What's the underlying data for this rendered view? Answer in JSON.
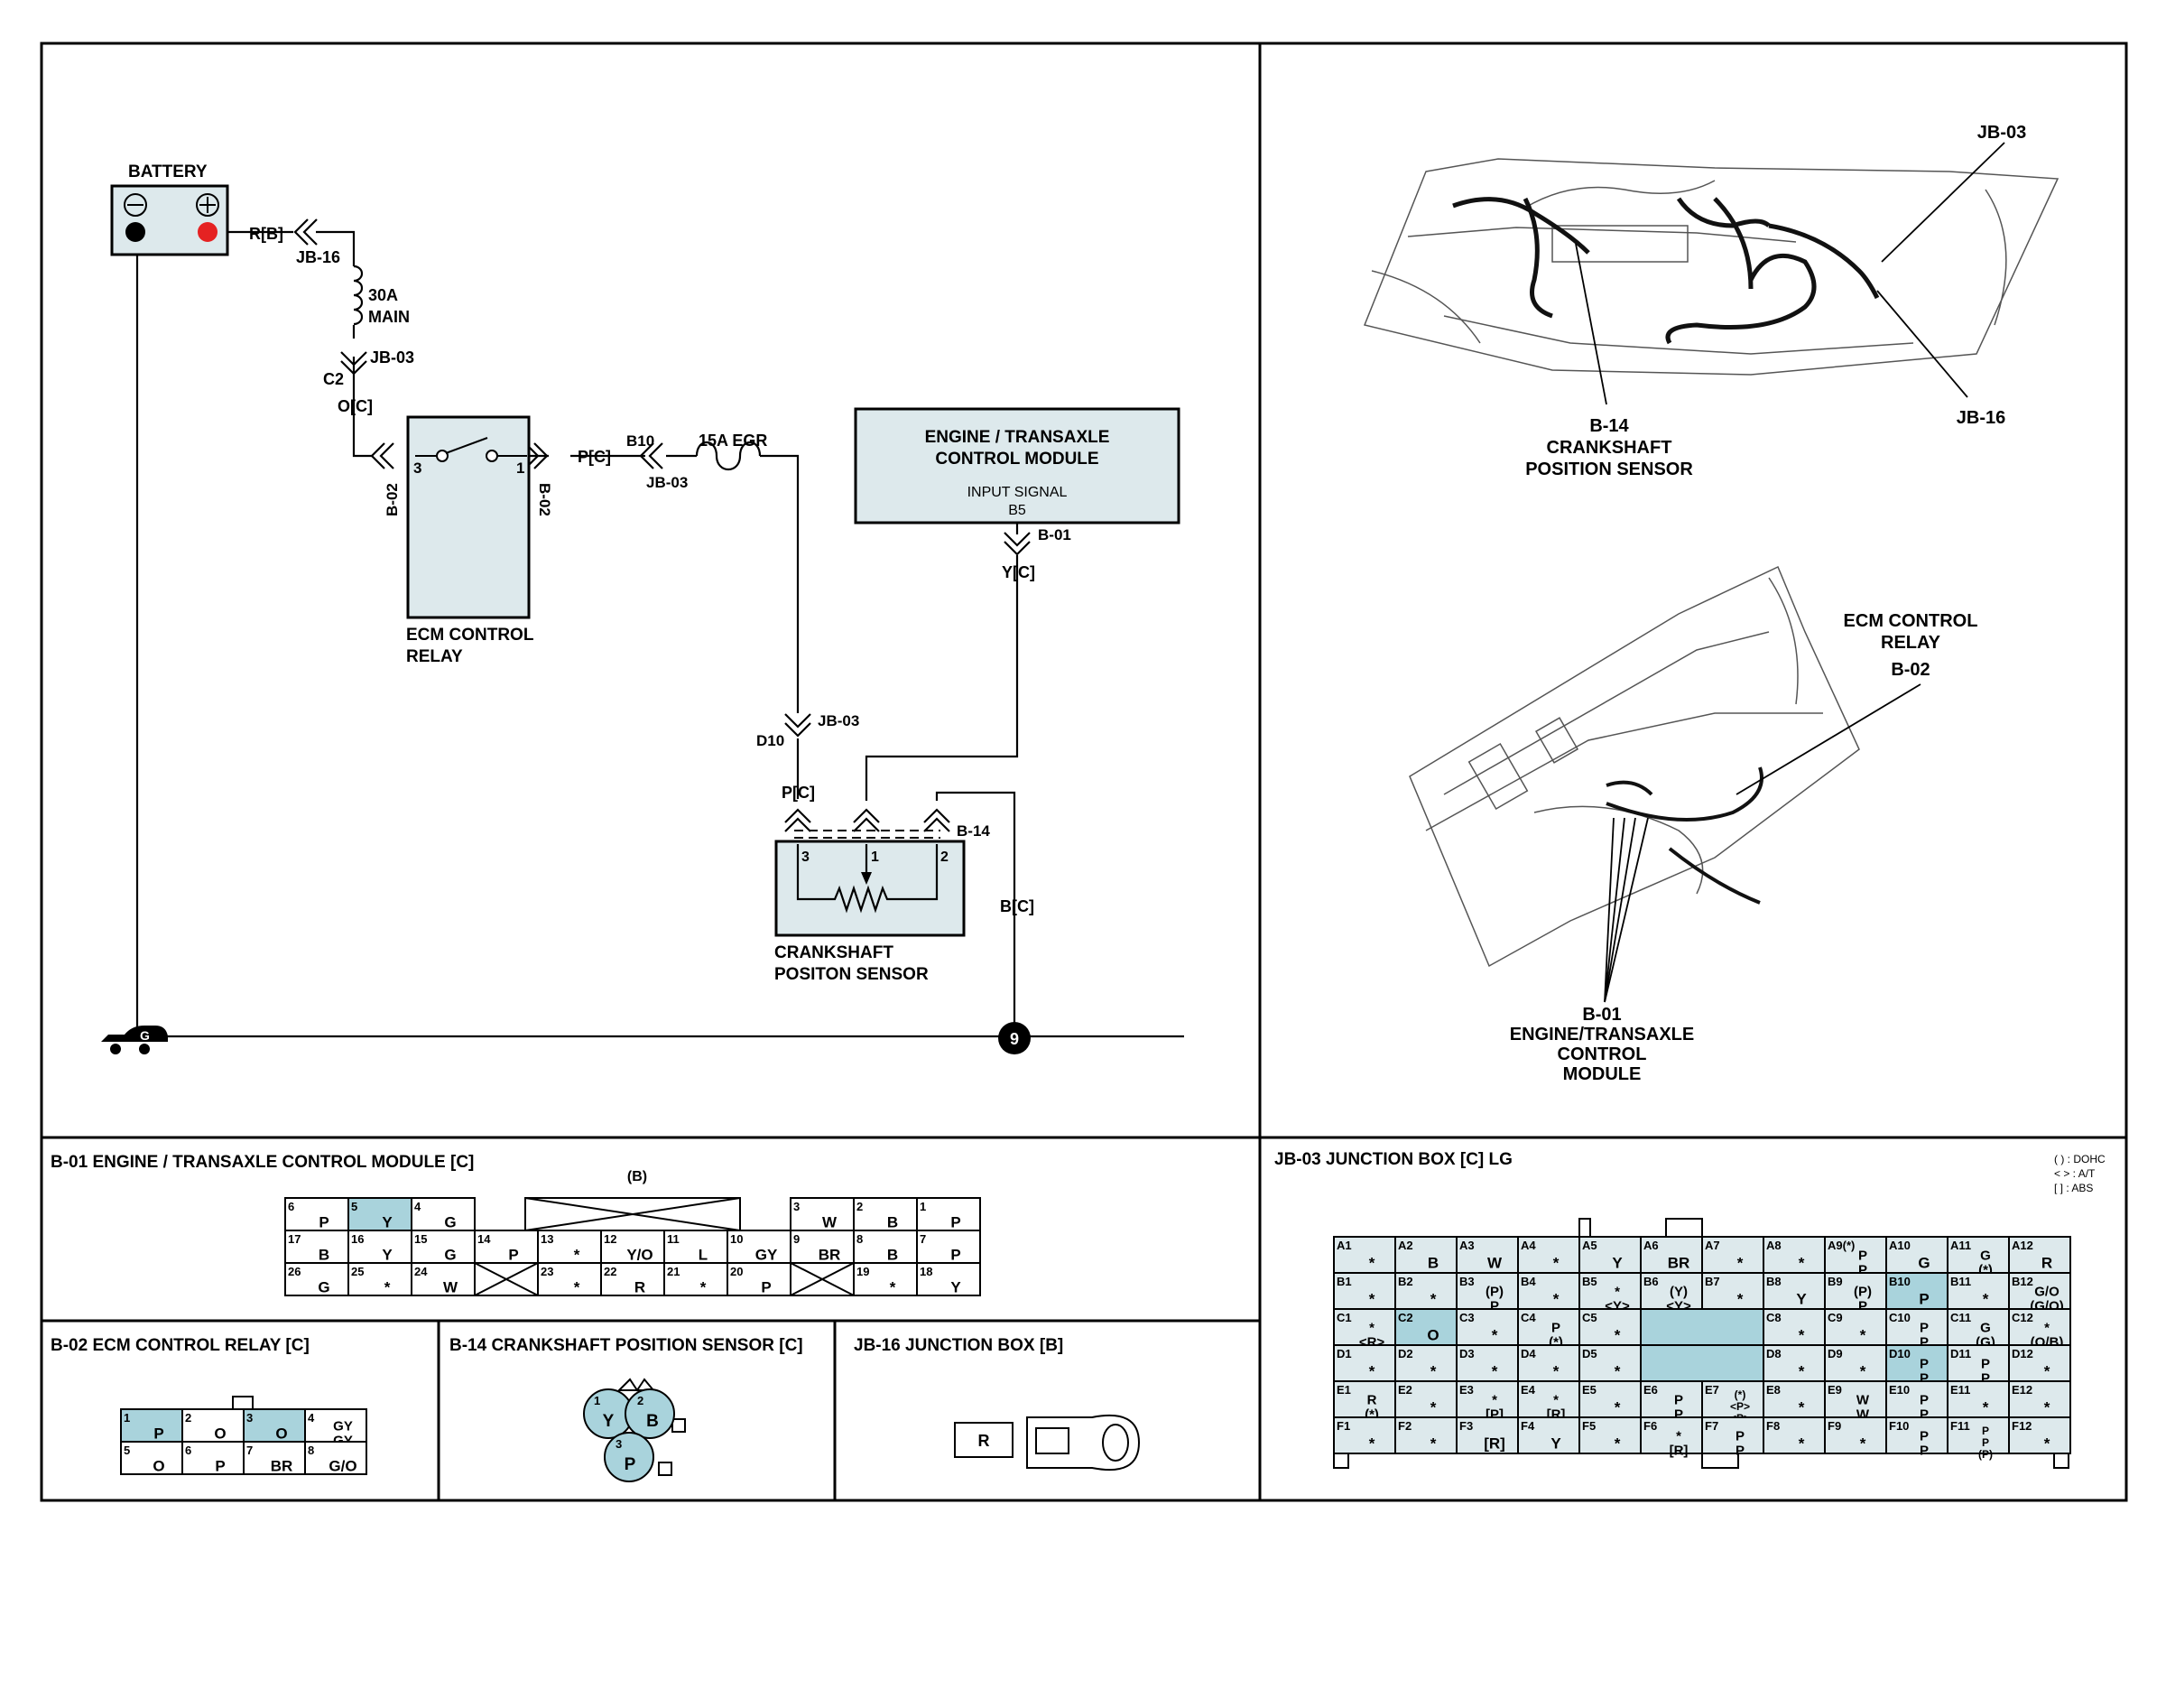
{
  "schematic": {
    "battery": {
      "title": "BATTERY",
      "neg": "⊖",
      "pos": "⊕",
      "pos_color": "#e52222",
      "neg_color": "#000000"
    },
    "wires": {
      "rb": "R[B]",
      "oc": "O[C]",
      "pc_relay": "P[C]",
      "yc": "Y[C]",
      "pc_sensor": "P[C]",
      "bc": "B[C]"
    },
    "connectors": {
      "jb16": "JB-16",
      "jb03_a": "JB-03",
      "c2": "C2",
      "b02_left": "B-02",
      "b02_right": "B-02",
      "b10": "B10",
      "jb03_b": "JB-03",
      "b01": "B-01",
      "jb03_c": "JB-03",
      "d10": "D10",
      "b14": "B-14"
    },
    "fuse_main": {
      "rating": "30A",
      "name": "MAIN"
    },
    "fuse_egr": "15A EGR",
    "relay": {
      "pin3": "3",
      "pin1": "1",
      "name_line1": "ECM CONTROL",
      "name_line2": "RELAY"
    },
    "ecm": {
      "line1": "ENGINE / TRANSAXLE",
      "line2": "CONTROL MODULE",
      "line3": "INPUT SIGNAL",
      "line4": "B5"
    },
    "sensor": {
      "pin3": "3",
      "pin1": "1",
      "pin2": "2",
      "name_line1": "CRANKSHAFT",
      "name_line2": "POSITON SENSOR"
    },
    "ground": {
      "symbol": "G",
      "point": "9"
    },
    "box_fill": "#dde9ec"
  },
  "locator_top": {
    "jb03": "JB-03",
    "jb16": "JB-16",
    "b14_l1": "B-14",
    "b14_l2": "CRANKSHAFT",
    "b14_l3": "POSITION SENSOR"
  },
  "locator_bottom": {
    "ecm_l1": "ECM CONTROL",
    "ecm_l2": "RELAY",
    "ecm_l3": "B-02",
    "b01_l1": "B-01",
    "b01_l2": "ENGINE/TRANSAXLE",
    "b01_l3": "CONTROL",
    "b01_l4": "MODULE"
  },
  "b01_panel": {
    "title": "B-01 ENGINE / TRANSAXLE CONTROL MODULE [C]",
    "sub": "(B)",
    "highlight": "#a9d3dc",
    "cells": [
      {
        "n": "6",
        "c": "P"
      },
      {
        "n": "5",
        "c": "Y",
        "h": 1
      },
      {
        "n": "4",
        "c": "G"
      },
      {
        "n": "3",
        "c": "W"
      },
      {
        "n": "2",
        "c": "B"
      },
      {
        "n": "1",
        "c": "P"
      },
      {
        "n": "17",
        "c": "B"
      },
      {
        "n": "16",
        "c": "Y"
      },
      {
        "n": "15",
        "c": "G"
      },
      {
        "n": "14",
        "c": "P"
      },
      {
        "n": "13",
        "c": "*"
      },
      {
        "n": "12",
        "c": "Y/O"
      },
      {
        "n": "11",
        "c": "L"
      },
      {
        "n": "10",
        "c": "GY"
      },
      {
        "n": "9",
        "c": "BR"
      },
      {
        "n": "8",
        "c": "B"
      },
      {
        "n": "7",
        "c": "P"
      },
      {
        "n": "26",
        "c": "G"
      },
      {
        "n": "25",
        "c": "*"
      },
      {
        "n": "24",
        "c": "W"
      },
      {
        "n": "23",
        "c": "*"
      },
      {
        "n": "22",
        "c": "R"
      },
      {
        "n": "21",
        "c": "*"
      },
      {
        "n": "20",
        "c": "P"
      },
      {
        "n": "19",
        "c": "*"
      },
      {
        "n": "18",
        "c": "Y"
      }
    ]
  },
  "b02_panel": {
    "title": "B-02 ECM CONTROL RELAY [C]",
    "cells": [
      {
        "n": "1",
        "c": "P",
        "h": 1
      },
      {
        "n": "2",
        "c": "O"
      },
      {
        "n": "3",
        "c": "O",
        "h": 1
      },
      {
        "n": "4",
        "c": "GY\nGY"
      },
      {
        "n": "5",
        "c": "O"
      },
      {
        "n": "6",
        "c": "P"
      },
      {
        "n": "7",
        "c": "BR"
      },
      {
        "n": "8",
        "c": "G/O"
      }
    ]
  },
  "b14_panel": {
    "title": "B-14 CRANKSHAFT POSITION SENSOR [C]",
    "pins": [
      {
        "n": "1",
        "c": "Y"
      },
      {
        "n": "2",
        "c": "B"
      },
      {
        "n": "3",
        "c": "P"
      }
    ]
  },
  "jb16_panel": {
    "title": "JB-16 JUNCTION BOX [B]",
    "term": "R"
  },
  "jb03_panel": {
    "title": "JB-03 JUNCTION BOX [C] LG",
    "legend": [
      "(    ) : DOHC",
      "<    > : A/T",
      "[    ] : ABS"
    ],
    "rows": [
      [
        {
          "n": "A1",
          "c": "*"
        },
        {
          "n": "A2",
          "c": "B"
        },
        {
          "n": "A3",
          "c": "W"
        },
        {
          "n": "A4",
          "c": "*"
        },
        {
          "n": "A5",
          "c": "Y"
        },
        {
          "n": "A6",
          "c": "BR"
        },
        {
          "n": "A7",
          "c": "*"
        },
        {
          "n": "A8",
          "c": "*"
        },
        {
          "n": "A9(*)",
          "c": "P\nP"
        },
        {
          "n": "A10",
          "c": "G"
        },
        {
          "n": "A11",
          "c": "G\n(*)"
        },
        {
          "n": "A12",
          "c": "R"
        }
      ],
      [
        {
          "n": "B1",
          "c": "*"
        },
        {
          "n": "B2",
          "c": "*"
        },
        {
          "n": "B3",
          "c": "(P)\nP"
        },
        {
          "n": "B4",
          "c": "*"
        },
        {
          "n": "B5",
          "c": "*\n<Y>"
        },
        {
          "n": "B6",
          "c": "(Y)\n<Y>"
        },
        {
          "n": "B7",
          "c": "*"
        },
        {
          "n": "B8",
          "c": "Y"
        },
        {
          "n": "B9",
          "c": "(P)\nP"
        },
        {
          "n": "B10",
          "c": "P",
          "h": 1
        },
        {
          "n": "B11",
          "c": "*"
        },
        {
          "n": "B12",
          "c": "G/O\n(G/O)"
        }
      ],
      [
        {
          "n": "C1",
          "c": "*\n<R>"
        },
        {
          "n": "C2",
          "c": "O",
          "h": 1
        },
        {
          "n": "C3",
          "c": "*"
        },
        {
          "n": "C4",
          "c": "P\n(*)"
        },
        {
          "n": "C5",
          "c": "*"
        },
        {
          "n": "",
          "c": "",
          "blank": 1
        },
        {
          "n": "",
          "c": "",
          "skip": 1
        },
        {
          "n": "C8",
          "c": "*"
        },
        {
          "n": "C9",
          "c": "*"
        },
        {
          "n": "C10",
          "c": "P\nP"
        },
        {
          "n": "C11",
          "c": "G\n(G)"
        },
        {
          "n": "C12",
          "c": "*\n(O/B)"
        }
      ],
      [
        {
          "n": "D1",
          "c": "*"
        },
        {
          "n": "D2",
          "c": "*"
        },
        {
          "n": "D3",
          "c": "*"
        },
        {
          "n": "D4",
          "c": "*"
        },
        {
          "n": "D5",
          "c": "*"
        },
        {
          "n": "",
          "c": "",
          "blank": 1
        },
        {
          "n": "",
          "c": "",
          "skip": 1
        },
        {
          "n": "D8",
          "c": "*"
        },
        {
          "n": "D9",
          "c": "*"
        },
        {
          "n": "D10",
          "c": "P\nP",
          "h": 1
        },
        {
          "n": "D11",
          "c": "P\nP"
        },
        {
          "n": "D12",
          "c": "*"
        }
      ],
      [
        {
          "n": "E1",
          "c": "R\n(*)"
        },
        {
          "n": "E2",
          "c": "*"
        },
        {
          "n": "E3",
          "c": "*\n[P]"
        },
        {
          "n": "E4",
          "c": "*\n[R]"
        },
        {
          "n": "E5",
          "c": "*"
        },
        {
          "n": "E6",
          "c": "P\nP"
        },
        {
          "n": "E7",
          "c": "(*)\n<P>\n<P>"
        },
        {
          "n": "E8",
          "c": "*"
        },
        {
          "n": "E9",
          "c": "W\nW"
        },
        {
          "n": "E10",
          "c": "P\nP"
        },
        {
          "n": "E11",
          "c": "*"
        },
        {
          "n": "E12",
          "c": "*"
        }
      ],
      [
        {
          "n": "F1",
          "c": "*"
        },
        {
          "n": "F2",
          "c": "*"
        },
        {
          "n": "F3",
          "c": "[R]"
        },
        {
          "n": "F4",
          "c": "Y"
        },
        {
          "n": "F5",
          "c": "*"
        },
        {
          "n": "F6",
          "c": "*\n[R]"
        },
        {
          "n": "F7",
          "c": "P\nP"
        },
        {
          "n": "F8",
          "c": "*"
        },
        {
          "n": "F9",
          "c": "*"
        },
        {
          "n": "F10",
          "c": "P\nP"
        },
        {
          "n": "F11",
          "c": "P\nP\n(P)"
        },
        {
          "n": "F12",
          "c": "*"
        }
      ]
    ]
  }
}
